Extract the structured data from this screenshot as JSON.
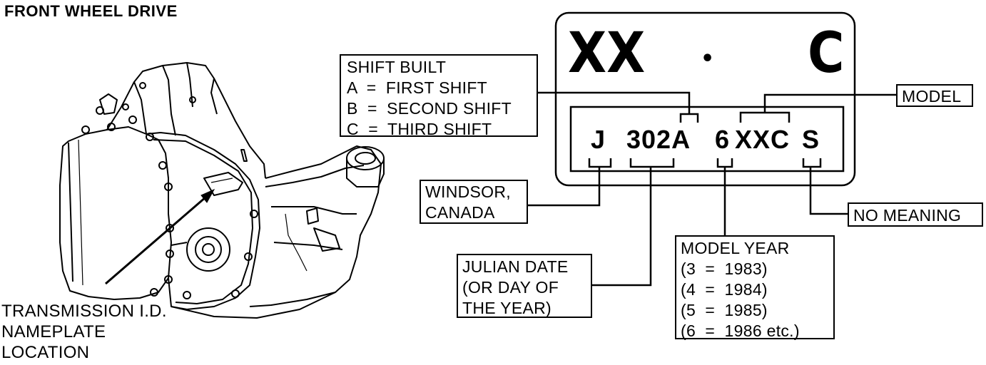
{
  "title": "FRONT WHEEL DRIVE",
  "nameplate": {
    "top_left": "XX",
    "top_dot": "•",
    "top_right": "C",
    "code": {
      "plant": "J",
      "date": "302A",
      "year": "6",
      "model": "XXC",
      "meaning": "S"
    }
  },
  "callouts": {
    "shift_built": [
      "SHIFT BUILT",
      "A  =  FIRST SHIFT",
      "B  =  SECOND SHIFT",
      "C  =  THIRD SHIFT"
    ],
    "model": [
      "MODEL"
    ],
    "windsor": [
      "WINDSOR,",
      "CANADA"
    ],
    "no_meaning": [
      "NO MEANING"
    ],
    "julian": [
      "JULIAN DATE",
      "(OR DAY OF",
      "THE YEAR)"
    ],
    "model_year": [
      "MODEL YEAR",
      "(3  =  1983)",
      "(4  =  1984)",
      "(5  =  1985)",
      "(6  =  1986 etc.)"
    ]
  },
  "location_label": [
    "TRANSMISSION I.D.",
    "NAMEPLATE",
    "LOCATION"
  ]
}
